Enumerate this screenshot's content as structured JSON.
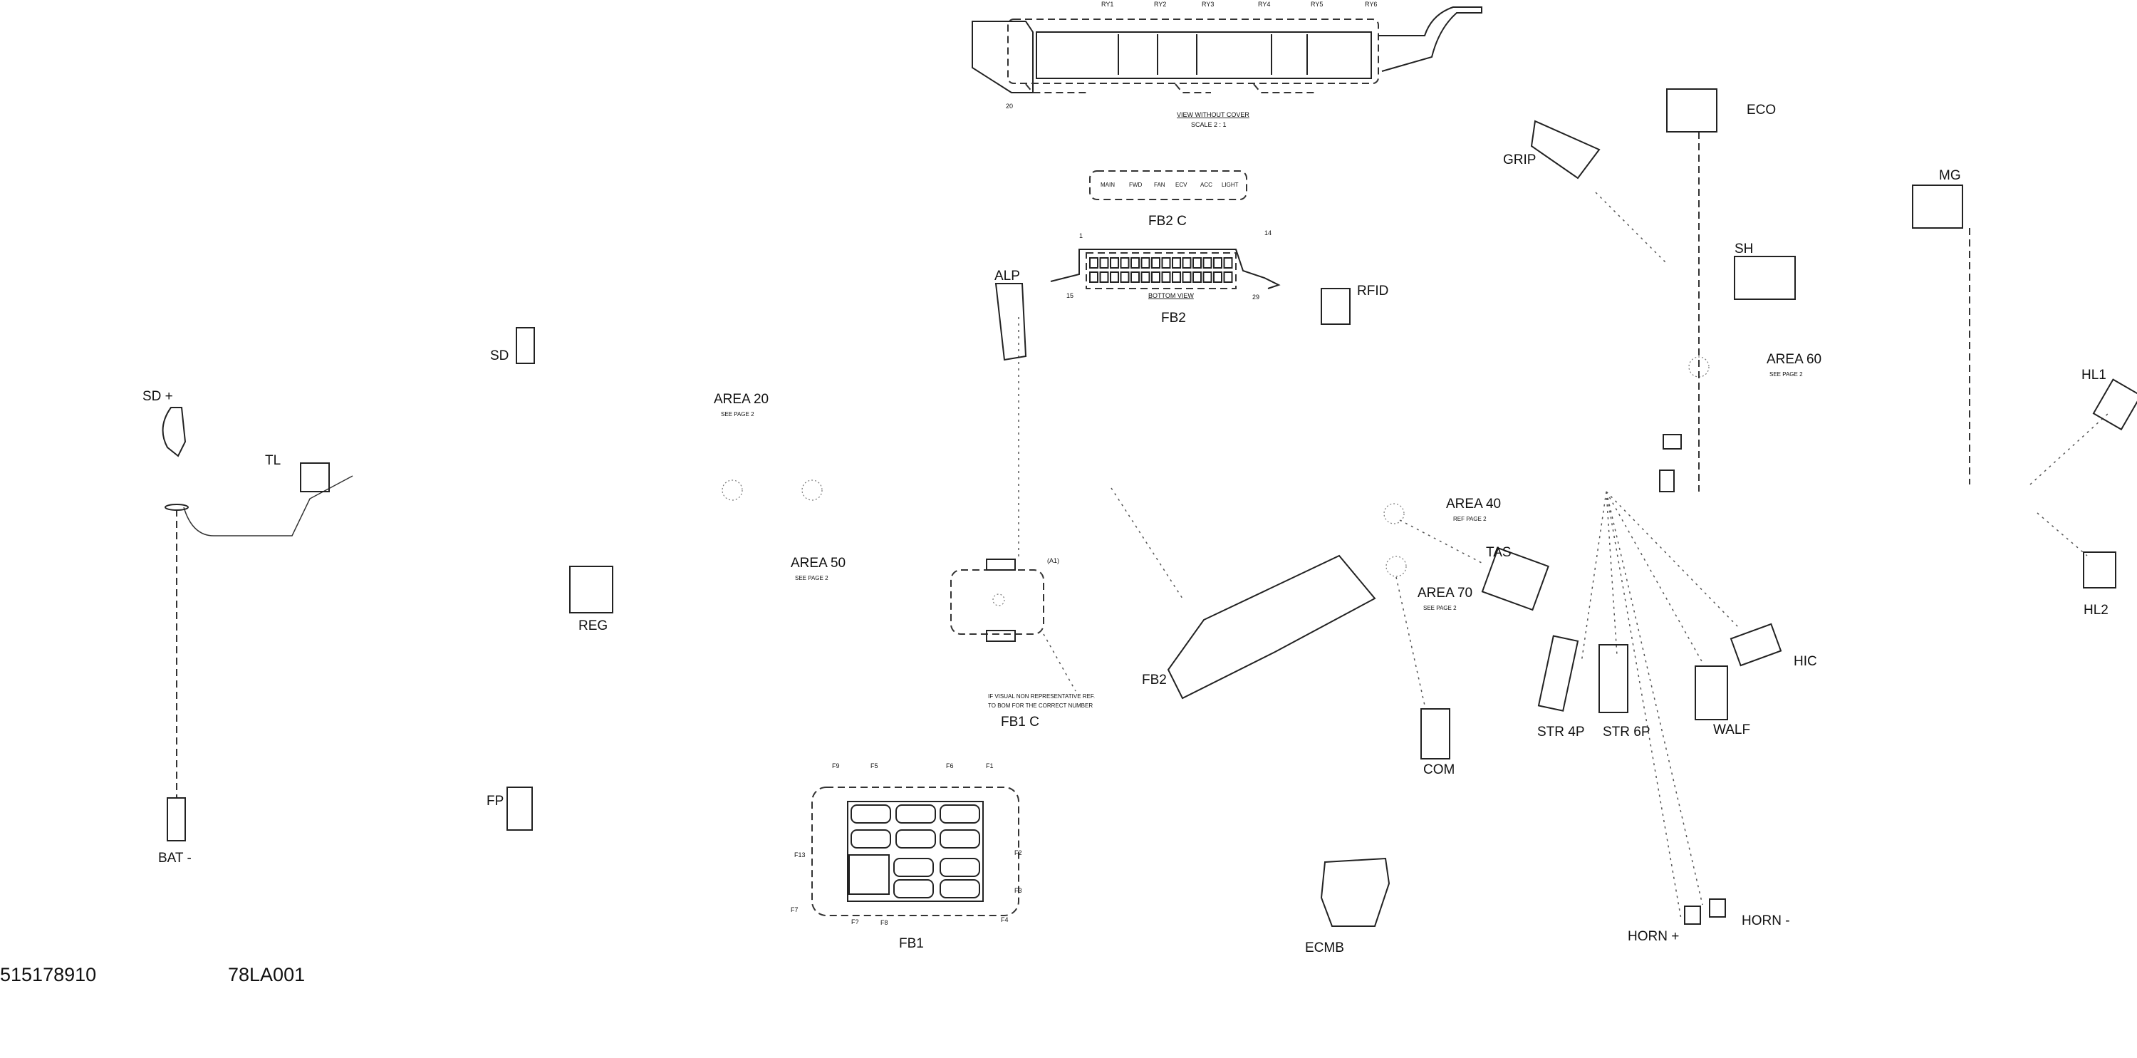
{
  "diagram": {
    "part_number": "515178910",
    "drawing_code": "78LA001",
    "relay_box": {
      "relays": [
        "RY1",
        "RY2",
        "RY3",
        "RY4",
        "RY5",
        "RY6"
      ],
      "callout": "20",
      "view_title": "VIEW WITHOUT COVER",
      "scale": "SCALE 2 : 1"
    },
    "fb2c": {
      "label": "FB2 C",
      "fuses": [
        "MAIN",
        "FWD",
        "FAN",
        "ECV",
        "ACC",
        "LIGHT"
      ]
    },
    "fb2_connector": {
      "label": "FB2",
      "view": "BOTTOM VIEW",
      "pins": [
        "1",
        "14",
        "15",
        "29"
      ]
    },
    "fb1c": {
      "label": "FB1 C",
      "callout": "(A1)",
      "note_line1": "IF VISUAL NON REPRESENTATIVE REF.",
      "note_line2": "TO BOM FOR THE CORRECT NUMBER"
    },
    "fb1": {
      "label": "FB1",
      "fuses": [
        "F9",
        "F5",
        "F6",
        "F1",
        "F13",
        "F2",
        "F3",
        "F4",
        "F8",
        "F7",
        "F?"
      ]
    },
    "areas": [
      {
        "name": "AREA 20",
        "sub": "SEE PAGE 2"
      },
      {
        "name": "AREA 50",
        "sub": "SEE PAGE 2"
      },
      {
        "name": "AREA 40",
        "sub": "REF PAGE 2"
      },
      {
        "name": "AREA 70",
        "sub": "SEE PAGE 2"
      },
      {
        "name": "AREA 60",
        "sub": "SEE PAGE 2"
      }
    ],
    "connectors": {
      "sd_plus": "SD +",
      "tl": "TL",
      "sd": "SD",
      "bat": "BAT -",
      "reg": "REG",
      "fp": "FP",
      "alp": "ALP",
      "rfid": "RFID",
      "grip": "GRIP",
      "eco": "ECO",
      "mg": "MG",
      "sh": "SH",
      "hl1": "HL1",
      "hl2": "HL2",
      "tas": "TAS",
      "fb2_module": "FB2",
      "com": "COM",
      "str4p": "STR 4P",
      "str6p": "STR 6P",
      "walf": "WALF",
      "hic": "HIC",
      "ecmb": "ECMB",
      "horn_plus": "HORN +",
      "horn_minus": "HORN -"
    }
  }
}
